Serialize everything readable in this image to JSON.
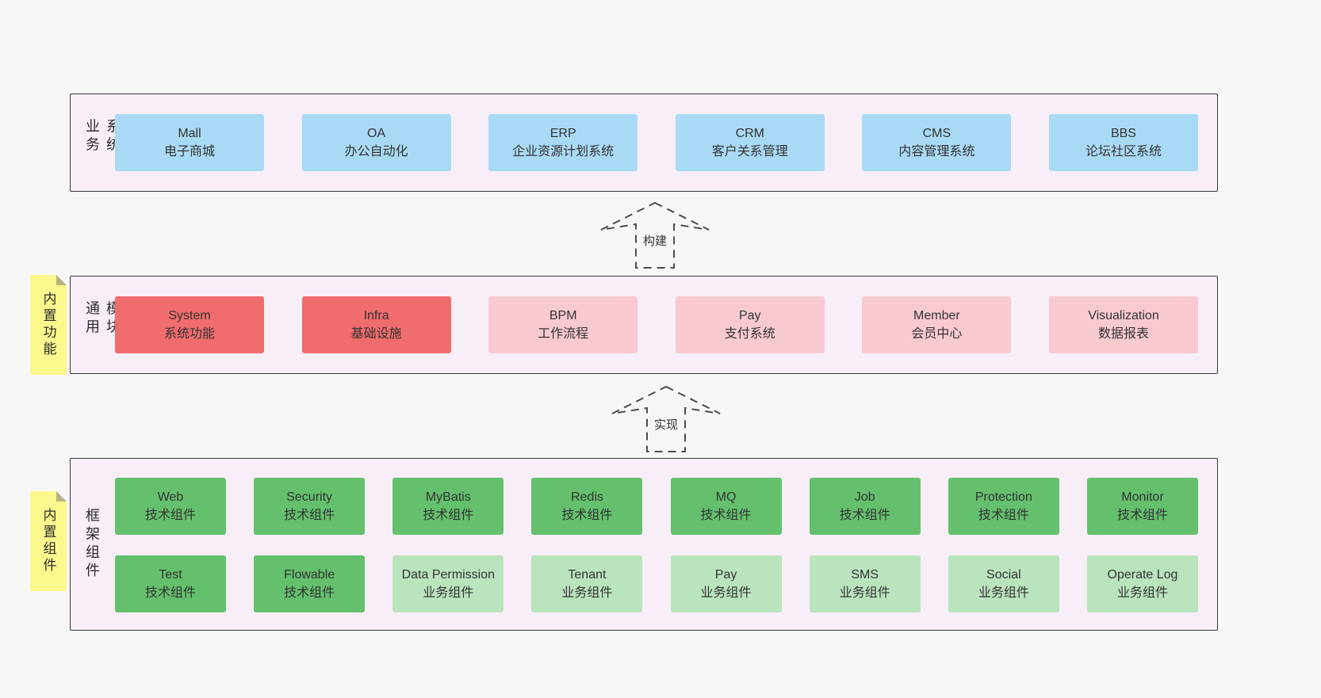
{
  "colors": {
    "page_bg": "#f7f7f7",
    "band_bg": "#f8eef7",
    "band_border": "#3a3a3a",
    "business_box": "#a9daf5",
    "module_core_box": "#f16c6c",
    "module_box": "#f9c9d2",
    "tech_component_box": "#64c06c",
    "biz_component_box": "#bae4be",
    "sticky_bg": "#fbf88d"
  },
  "arrows": [
    {
      "label": "构建"
    },
    {
      "label": "实现"
    }
  ],
  "bands": {
    "business": {
      "side_label": "业务系统",
      "boxes": [
        {
          "en": "Mall",
          "zh": "电子商城"
        },
        {
          "en": "OA",
          "zh": "办公自动化"
        },
        {
          "en": "ERP",
          "zh": "企业资源计划系统"
        },
        {
          "en": "CRM",
          "zh": "客户关系管理"
        },
        {
          "en": "CMS",
          "zh": "内容管理系统"
        },
        {
          "en": "BBS",
          "zh": "论坛社区系统"
        }
      ]
    },
    "modules": {
      "side_label": "通用模块",
      "sticky": "内置功能",
      "boxes": [
        {
          "en": "System",
          "zh": "系统功能"
        },
        {
          "en": "Infra",
          "zh": "基础设施"
        },
        {
          "en": "BPM",
          "zh": "工作流程"
        },
        {
          "en": "Pay",
          "zh": "支付系统"
        },
        {
          "en": "Member",
          "zh": "会员中心"
        },
        {
          "en": "Visualization",
          "zh": "数据报表"
        }
      ]
    },
    "components": {
      "side_label": "框架组件",
      "sticky": "内置组件",
      "rows": [
        [
          {
            "en": "Web",
            "zh": "技术组件"
          },
          {
            "en": "Security",
            "zh": "技术组件"
          },
          {
            "en": "MyBatis",
            "zh": "技术组件"
          },
          {
            "en": "Redis",
            "zh": "技术组件"
          },
          {
            "en": "MQ",
            "zh": "技术组件"
          },
          {
            "en": "Job",
            "zh": "技术组件"
          },
          {
            "en": "Protection",
            "zh": "技术组件"
          },
          {
            "en": "Monitor",
            "zh": "技术组件"
          }
        ],
        [
          {
            "en": "Test",
            "zh": "技术组件"
          },
          {
            "en": "Flowable",
            "zh": "技术组件"
          },
          {
            "en": "Data Permission",
            "zh": "业务组件"
          },
          {
            "en": "Tenant",
            "zh": "业务组件"
          },
          {
            "en": "Pay",
            "zh": "业务组件"
          },
          {
            "en": "SMS",
            "zh": "业务组件"
          },
          {
            "en": "Social",
            "zh": "业务组件"
          },
          {
            "en": "Operate Log",
            "zh": "业务组件"
          }
        ]
      ]
    }
  }
}
